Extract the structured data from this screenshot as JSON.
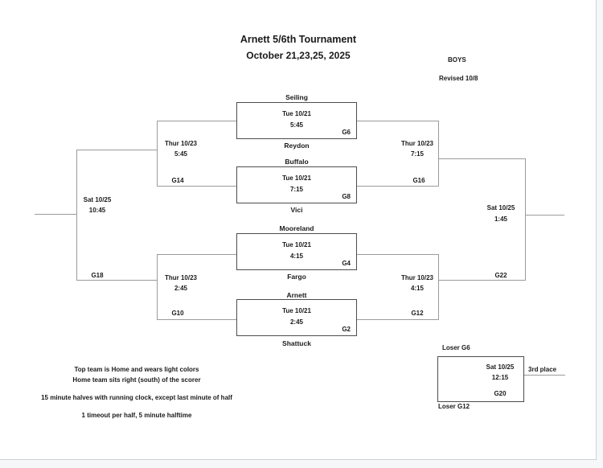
{
  "header": {
    "title": "Arnett 5/6th Tournament",
    "dates": "October 21,23,25, 2025",
    "division": "BOYS",
    "revision": "Revised 10/8"
  },
  "first_round": [
    {
      "top_team": "Seiling",
      "bottom_team": "Reydon",
      "date": "Tue 10/21",
      "time": "5:45",
      "game": "G6"
    },
    {
      "top_team": "Buffalo",
      "bottom_team": "Vici",
      "date": "Tue 10/21",
      "time": "7:15",
      "game": "G8"
    },
    {
      "top_team": "Mooreland",
      "bottom_team": "Fargo",
      "date": "Tue 10/21",
      "time": "4:15",
      "game": "G4"
    },
    {
      "top_team": "Arnett",
      "bottom_team": "Shattuck",
      "date": "Tue 10/21",
      "time": "2:45",
      "game": "G2"
    }
  ],
  "consolation_semifinals": [
    {
      "date": "Thur 10/23",
      "time": "5:45",
      "game": "G14"
    },
    {
      "date": "Thur 10/23",
      "time": "2:45",
      "game": "G10"
    }
  ],
  "semifinals": [
    {
      "date": "Thur 10/23",
      "time": "7:15",
      "game": "G16"
    },
    {
      "date": "Thur 10/23",
      "time": "4:15",
      "game": "G12"
    }
  ],
  "consolation_final": {
    "date": "Sat 10/25",
    "time": "10:45",
    "game": "G18"
  },
  "championship": {
    "date": "Sat 10/25",
    "time": "1:45",
    "game": "G22"
  },
  "third_place": {
    "top_source": "Loser G6",
    "bottom_source": "Loser G12",
    "date": "Sat 10/25",
    "time": "12:15",
    "game": "G20",
    "label": "3rd place"
  },
  "notes": {
    "line1": "Top team is Home and wears light colors",
    "line2": "Home team sits right (south) of the scorer",
    "line3": "15 minute halves with running clock, except last minute of half",
    "line4": "1 timeout per half, 5 minute halftime"
  }
}
